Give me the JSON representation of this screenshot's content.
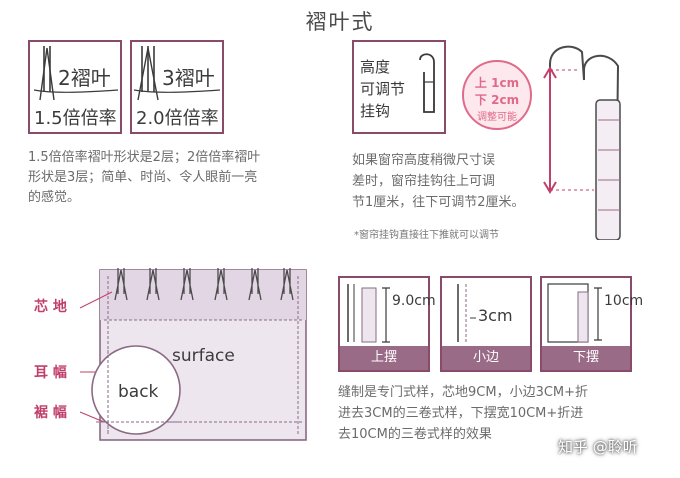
{
  "title": "褶叶式",
  "pleat_boxes": [
    {
      "num_label": "2褶叶",
      "rate_label": "1.5倍倍率"
    },
    {
      "num_label": "3褶叶",
      "rate_label": "2.0倍倍率"
    }
  ],
  "pleat_desc": [
    "1.5倍倍率褶叶形状是2层；2倍倍率褶叶",
    "形状是3层；简单、时尚、令人眼前一亮",
    "的感觉。"
  ],
  "hook_box_label": [
    "高度",
    "可调节",
    "挂钩"
  ],
  "adjust": {
    "line1": "上 1cm",
    "line2": "下 2cm",
    "line3": "调整可能"
  },
  "hook_desc": [
    "如果窗帘高度稍微尺寸误",
    "差时，窗帘挂钩往上可调",
    "节1厘米，往下可调节2厘米。"
  ],
  "hook_note": "*窗帘挂钩直接往下推就可以调节",
  "curtain": {
    "labels": [
      "芯 地",
      "耳 幅",
      "裾 幅"
    ],
    "surface": "surface",
    "back": "back"
  },
  "hem_boxes": [
    {
      "measure": "9.0cm",
      "name": "上摆"
    },
    {
      "measure": "3cm",
      "name": "小边"
    },
    {
      "measure": "10cm",
      "name": "下摆"
    }
  ],
  "hem_desc": [
    "缝制是专门式样，芯地9CM，小边3CM+折",
    "进去3CM的三卷式样，下摆宽10CM+折进",
    "去10CM的三卷式样的效果"
  ],
  "watermark": "知乎 @聆听",
  "colors": {
    "accent": "#8a4a6a",
    "pink": "#e06a8a",
    "lavender": "#eee6ef"
  }
}
